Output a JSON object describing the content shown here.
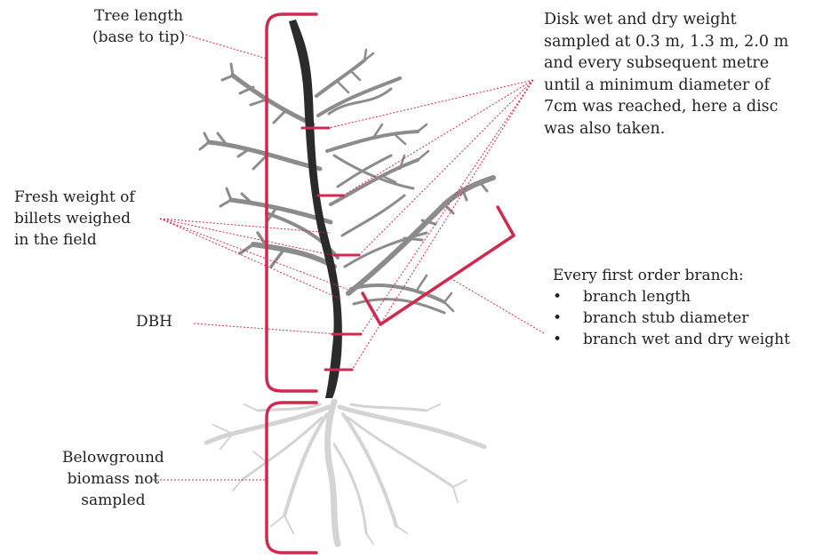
{
  "labels": {
    "tree_length": [
      "Tree length",
      "(base to tip)"
    ],
    "disk": [
      "Disk wet and dry weight",
      "sampled at 0.3 m, 1.3 m, 2.0 m",
      "and every subsequent metre",
      "until a minimum diameter of",
      "7cm was reached, here a disc",
      "was also taken."
    ],
    "fresh_weight": [
      "Fresh weight of",
      "billets weighed",
      "in the field"
    ],
    "dbh": "DBH",
    "belowground": [
      "Belowground",
      "biomass not",
      "sampled"
    ],
    "branch_title": "Every first order branch:",
    "branch_items": [
      "branch length",
      "branch stub diameter",
      "branch wet and dry weight"
    ]
  },
  "colors": {
    "accent": "#d0294d",
    "trunk": "#2b2b2b",
    "branches": "#8c8c8c",
    "roots": "#d4d4d4"
  }
}
